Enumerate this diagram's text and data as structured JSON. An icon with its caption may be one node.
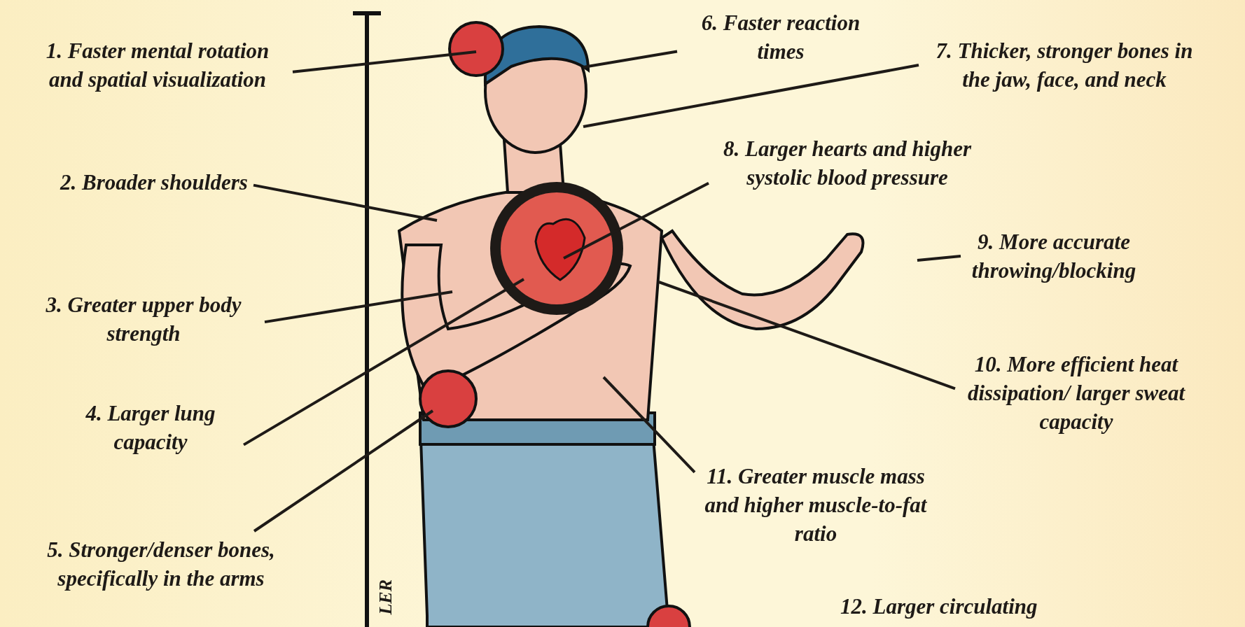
{
  "diagram": {
    "nodes": [
      {
        "text": [
          "1. Faster mental rotation and spatial visualization"
        ]
      },
      {
        "text": [
          "2. Broader shoulders"
        ]
      },
      {
        "text": [
          "3. Greater upper body strength"
        ]
      },
      {
        "text": [
          "4. Larger lung capacity"
        ]
      },
      {
        "text": [
          "5. Stronger/denser bones, specifically in the arms"
        ]
      },
      {
        "text": [
          "6. Faster reaction times"
        ]
      },
      {
        "text": [
          "7. Thicker, stronger bones in the jaw, face, and neck"
        ]
      },
      {
        "text": [
          "8. Larger hearts and higher systolic blood pressure"
        ]
      },
      {
        "text": [
          "9. More accurate throwing/blocking"
        ]
      },
      {
        "text": [
          "10. More efficient heat dissipation/ larger sweat capacity"
        ]
      },
      {
        "text": [
          "11. Greater muscle mass and higher muscle-to-fat ratio"
        ]
      }
    ],
    "edges": [
      {
        "from": 0,
        "to": null,
        "arrow": "none"
      },
      {
        "from": 1,
        "to": null,
        "arrow": "none"
      },
      {
        "from": 2,
        "to": null,
        "arrow": "none"
      },
      {
        "from": 3,
        "to": null,
        "arrow": "none"
      },
      {
        "from": 4,
        "to": null,
        "arrow": "none"
      },
      {
        "from": 5,
        "to": null,
        "arrow": "none"
      },
      {
        "from": 6,
        "to": null,
        "arrow": "none"
      },
      {
        "from": 7,
        "to": null,
        "arrow": "none"
      },
      {
        "from": 8,
        "to": null,
        "arrow": "none"
      },
      {
        "from": 9,
        "to": null,
        "arrow": "none"
      },
      {
        "from": 10,
        "to": null,
        "arrow": "none"
      }
    ],
    "labels": [
      "LER",
      "12. Larger circulating"
    ]
  }
}
